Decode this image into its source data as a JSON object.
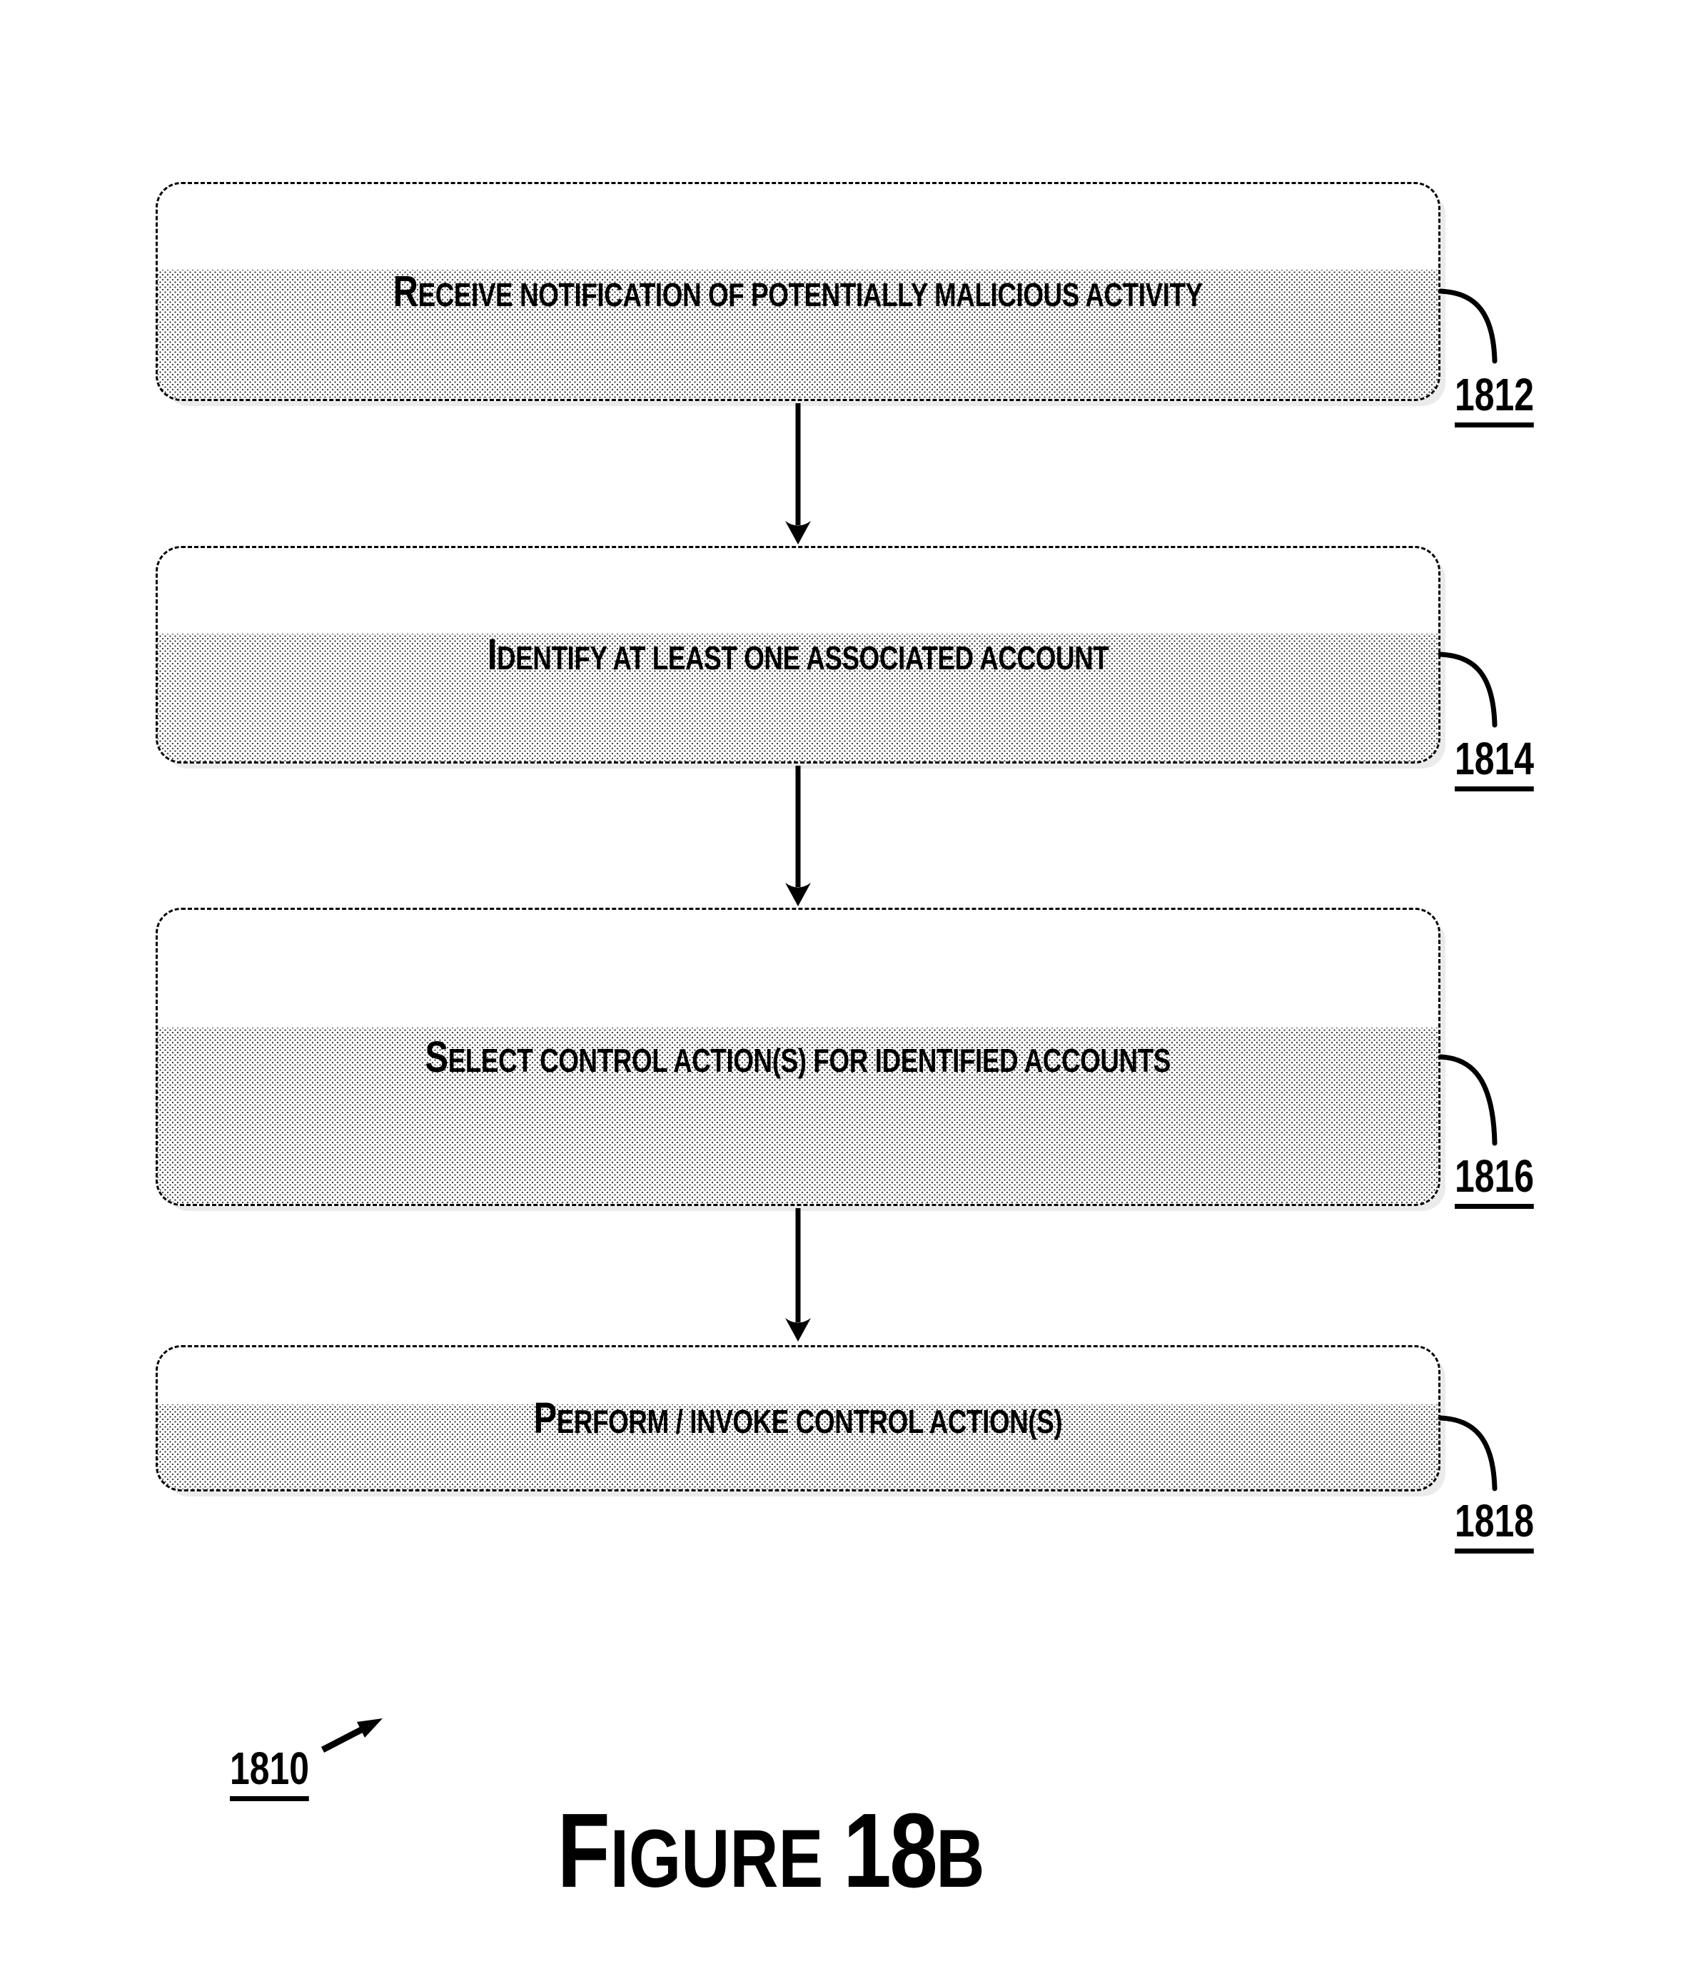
{
  "figure": {
    "steps": [
      {
        "ref": "1812",
        "text": "RECEIVE NOTIFICATION OF POTENTIALLY MALICIOUS ACTIVITY"
      },
      {
        "ref": "1814",
        "text": "IDENTIFY AT LEAST ONE ASSOCIATED ACCOUNT"
      },
      {
        "ref": "1816",
        "text": "SELECT CONTROL ACTION(S) FOR IDENTIFIED ACCOUNTS"
      },
      {
        "ref": "1818",
        "text": "PERFORM / INVOKE CONTROL ACTION(S)"
      }
    ],
    "flow_ref": "1810",
    "caption": {
      "word": "FIGURE",
      "number": "18",
      "letter": "B"
    },
    "colors": {
      "ink": "#000000",
      "halftone_dot": "#3a3a3a"
    }
  }
}
